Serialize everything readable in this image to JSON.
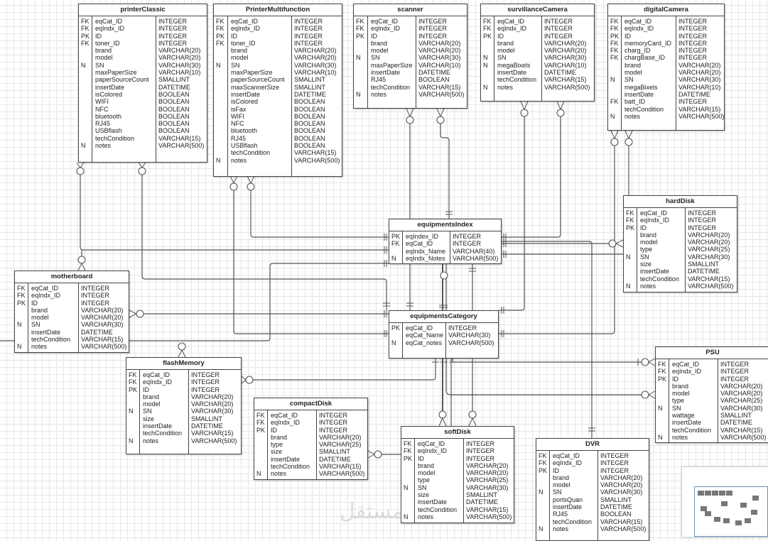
{
  "watermark": "مستقل",
  "tables": [
    {
      "id": "printerClassic",
      "title": "printerClassic",
      "rows": [
        [
          "FK",
          "eqCat_ID",
          "INTEGER"
        ],
        [
          "FK",
          "eqIndx_ID",
          "INTEGER"
        ],
        [
          "PK",
          "ID",
          "INTEGER"
        ],
        [
          "FK",
          "toner_ID",
          "INTEGER"
        ],
        [
          "",
          "brand",
          "VARCHAR(20)"
        ],
        [
          "",
          "model",
          "VARCHAR(20)"
        ],
        [
          "N",
          "SN",
          "VARCHAR(30)"
        ],
        [
          "",
          "maxPaperSize",
          "VARCHAR(10)"
        ],
        [
          "",
          "paperSourceCount",
          "SMALLINT"
        ],
        [
          "",
          "insertDate",
          "DATETIME"
        ],
        [
          "",
          "isColored",
          "BOOLEAN"
        ],
        [
          "",
          "WIFI",
          "BOOLEAN"
        ],
        [
          "",
          "NFC",
          "BOOLEAN"
        ],
        [
          "",
          "bluetooth",
          "BOOLEAN"
        ],
        [
          "",
          "RJ45",
          "BOOLEAN"
        ],
        [
          "",
          "USBflash",
          "BOOLEAN"
        ],
        [
          "",
          "techCondition",
          "VARCHAR(15)"
        ],
        [
          "N",
          "notes",
          "VARCHAR(500)"
        ]
      ]
    },
    {
      "id": "printerMultifunction",
      "title": "PrinterMultifunction",
      "rows": [
        [
          "FK",
          "eqCat_ID",
          "INTEGER"
        ],
        [
          "FK",
          "eqIndx_ID",
          "INTEGER"
        ],
        [
          "PK",
          "ID",
          "INTEGER"
        ],
        [
          "FK",
          "toner_ID",
          "INTEGER"
        ],
        [
          "",
          "brand",
          "VARCHAR(20)"
        ],
        [
          "",
          "model",
          "VARCHAR(20)"
        ],
        [
          "N",
          "SN",
          "VARCHAR(30)"
        ],
        [
          "",
          "maxPaperSize",
          "VARCHAR(10)"
        ],
        [
          "",
          "paperSourceCount",
          "SMALLINT"
        ],
        [
          "",
          "maxScannerSize",
          "SMALLINT"
        ],
        [
          "",
          "insertDate",
          "DATETIME"
        ],
        [
          "",
          "isColored",
          "BOOLEAN"
        ],
        [
          "",
          "isFax",
          "BOOLEAN"
        ],
        [
          "",
          "WIFI",
          "BOOLEAN"
        ],
        [
          "",
          "NFC",
          "BOOLEAN"
        ],
        [
          "",
          "bluetooth",
          "BOOLEAN"
        ],
        [
          "",
          "RJ45",
          "BOOLEAN"
        ],
        [
          "",
          "USBflash",
          "BOOLEAN"
        ],
        [
          "",
          "techCondition",
          "VARCHAR(15)"
        ],
        [
          "N",
          "notes",
          "VARCHAR(500)"
        ]
      ]
    },
    {
      "id": "scanner",
      "title": "scanner",
      "rows": [
        [
          "FK",
          "eqCat_ID",
          "INTEGER"
        ],
        [
          "FK",
          "eqIndx_ID",
          "INTEGER"
        ],
        [
          "PK",
          "ID",
          "INTEGER"
        ],
        [
          "",
          "brand",
          "VARCHAR(20)"
        ],
        [
          "",
          "model",
          "VARCHAR(20)"
        ],
        [
          "N",
          "SN",
          "VARCHAR(30)"
        ],
        [
          "",
          "maxPaperSize",
          "VARCHAR(10)"
        ],
        [
          "",
          "insertDate",
          "DATETIME"
        ],
        [
          "",
          "RJ45",
          "BOOLEAN"
        ],
        [
          "",
          "techCondition",
          "VARCHAR(15)"
        ],
        [
          "N",
          "notes",
          "VARCHAR(500)"
        ]
      ]
    },
    {
      "id": "survillanceCamera",
      "title": "survillanceCamera",
      "rows": [
        [
          "FK",
          "eqCat_ID",
          "INTEGER"
        ],
        [
          "FK",
          "eqIndx_ID",
          "INTEGER"
        ],
        [
          "PK",
          "ID",
          "INTEGER"
        ],
        [
          "",
          "brand",
          "VARCHAR(20)"
        ],
        [
          "",
          "model",
          "VARCHAR(20)"
        ],
        [
          "N",
          "SN",
          "VARCHAR(30)"
        ],
        [
          "N",
          "megaBixels",
          "VARCHAR(10)"
        ],
        [
          "",
          "insertDate",
          "DATETIME"
        ],
        [
          "",
          "techCondition",
          "VARCHAR(15)"
        ],
        [
          "N",
          "notes",
          "VARCHAR(500)"
        ]
      ]
    },
    {
      "id": "digitalCamera",
      "title": "digitalCamera",
      "rows": [
        [
          "FK",
          "eqCat_ID",
          "INTEGER"
        ],
        [
          "FK",
          "eqIndx_ID",
          "INTEGER"
        ],
        [
          "PK",
          "ID",
          "INTEGER"
        ],
        [
          "FK",
          "memoryCard_ID",
          "INTEGER"
        ],
        [
          "FK",
          "charg_ID",
          "INTEGER"
        ],
        [
          "FK",
          "chargBase_ID",
          "INTEGER"
        ],
        [
          "",
          "brand",
          "VARCHAR(20)"
        ],
        [
          "",
          "model",
          "VARCHAR(20)"
        ],
        [
          "N",
          "SN",
          "VARCHAR(30)"
        ],
        [
          "",
          "megaBixels",
          "VARCHAR(10)"
        ],
        [
          "",
          "insertDate",
          "DATETIME"
        ],
        [
          "FK",
          "batt_ID",
          "INTEGER"
        ],
        [
          "",
          "techCondition",
          "VARCHAR(15)"
        ],
        [
          "N",
          "notes",
          "VARCHAR(500)"
        ]
      ]
    },
    {
      "id": "hardDisk",
      "title": "hardDisk",
      "rows": [
        [
          "FK",
          "eqCat_ID",
          "INTEGER"
        ],
        [
          "FK",
          "eqIndx_ID",
          "INTEGER"
        ],
        [
          "PK",
          "ID",
          "INTEGER"
        ],
        [
          "",
          "brand",
          "VARCHAR(20)"
        ],
        [
          "",
          "model",
          "VARCHAR(20)"
        ],
        [
          "",
          "type",
          "VARCHAR(25)"
        ],
        [
          "N",
          "SN",
          "VARCHAR(30)"
        ],
        [
          "",
          "size",
          "SMALLINT"
        ],
        [
          "",
          "insertDate",
          "DATETIME"
        ],
        [
          "",
          "techCondition",
          "VARCHAR(15)"
        ],
        [
          "N",
          "notes",
          "VARCHAR(500)"
        ]
      ]
    },
    {
      "id": "equipmentsIndex",
      "title": "equipmentsIndex",
      "rows": [
        [
          "PK",
          "eqIndex_ID",
          "INTEGER"
        ],
        [
          "FK",
          "eqCat_ID",
          "INTEGER"
        ],
        [
          "",
          "eqIndx_Name",
          "VARCHAR(40)"
        ],
        [
          "N",
          "eqIndx_Notes",
          "VARCHAR(500)"
        ]
      ]
    },
    {
      "id": "equipmentsCategory",
      "title": "equipmentsCategory",
      "rows": [
        [
          "PK",
          "eqCat_ID",
          "INTEGER"
        ],
        [
          "",
          "eqCat_Name",
          "VARCHAR(30)"
        ],
        [
          "N",
          "eqCat_notes",
          "VARCHAR(500)"
        ]
      ]
    },
    {
      "id": "motherboard",
      "title": "motherboard",
      "rows": [
        [
          "FK",
          "eqCat_ID",
          "INTEGER"
        ],
        [
          "FK",
          "eqIndx_ID",
          "INTEGER"
        ],
        [
          "PK",
          "ID",
          "INTEGER"
        ],
        [
          "",
          "brand",
          "VARCHAR(20)"
        ],
        [
          "",
          "model",
          "VARCHAR(20)"
        ],
        [
          "N",
          "SN",
          "VARCHAR(30)"
        ],
        [
          "",
          "insertDate",
          "DATETIME"
        ],
        [
          "",
          "techCondition",
          "VARCHAR(15)"
        ],
        [
          "N",
          "notes",
          "VARCHAR(500)"
        ]
      ]
    },
    {
      "id": "flashMemory",
      "title": "flashMemory",
      "rows": [
        [
          "FK",
          "eqCat_ID",
          "INTEGER"
        ],
        [
          "FK",
          "eqIndx_ID",
          "INTEGER"
        ],
        [
          "PK",
          "ID",
          "INTEGER"
        ],
        [
          "",
          "brand",
          "VARCHAR(20)"
        ],
        [
          "",
          "model",
          "VARCHAR(20)"
        ],
        [
          "N",
          "SN",
          "VARCHAR(30)"
        ],
        [
          "",
          "size",
          "SMALLINT"
        ],
        [
          "",
          "insertDate",
          "DATETIME"
        ],
        [
          "",
          "techCondition",
          "VARCHAR(15)"
        ],
        [
          "N",
          "notes",
          "VARCHAR(500)"
        ]
      ]
    },
    {
      "id": "compactDisk",
      "title": "compactDisk",
      "rows": [
        [
          "FK",
          "eqCat_ID",
          "INTEGER"
        ],
        [
          "FK",
          "eqIndx_ID",
          "INTEGER"
        ],
        [
          "PK",
          "ID",
          "INTEGER"
        ],
        [
          "",
          "brand",
          "VARCHAR(20)"
        ],
        [
          "",
          "type",
          "VARCHAR(25)"
        ],
        [
          "",
          "size",
          "SMALLINT"
        ],
        [
          "",
          "insertDate",
          "DATETIME"
        ],
        [
          "",
          "techCondition",
          "VARCHAR(15)"
        ],
        [
          "N",
          "notes",
          "VARCHAR(500)"
        ]
      ]
    },
    {
      "id": "softDisk",
      "title": "softDisk",
      "rows": [
        [
          "FK",
          "eqCat_ID",
          "INTEGER"
        ],
        [
          "FK",
          "eqIndx_ID",
          "INTEGER"
        ],
        [
          "PK",
          "ID",
          "INTEGER"
        ],
        [
          "",
          "brand",
          "VARCHAR(20)"
        ],
        [
          "",
          "model",
          "VARCHAR(20)"
        ],
        [
          "",
          "type",
          "VARCHAR(25)"
        ],
        [
          "N",
          "SN",
          "VARCHAR(30)"
        ],
        [
          "",
          "size",
          "SMALLINT"
        ],
        [
          "",
          "insertDate",
          "DATETIME"
        ],
        [
          "",
          "techCondition",
          "VARCHAR(15)"
        ],
        [
          "N",
          "notes",
          "VARCHAR(500)"
        ]
      ]
    },
    {
      "id": "DVR",
      "title": "DVR",
      "rows": [
        [
          "FK",
          "eqCat_ID",
          "INTEGER"
        ],
        [
          "FK",
          "eqIndx_ID",
          "INTEGER"
        ],
        [
          "PK",
          "ID",
          "INTEGER"
        ],
        [
          "",
          "brand",
          "VARCHAR(20)"
        ],
        [
          "",
          "model",
          "VARCHAR(20)"
        ],
        [
          "N",
          "SN",
          "VARCHAR(30)"
        ],
        [
          "",
          "portsQuan",
          "SMALLINT"
        ],
        [
          "",
          "insertDate",
          "DATETIME"
        ],
        [
          "",
          "RJ45",
          "BOOLEAN"
        ],
        [
          "",
          "techCondition",
          "VARCHAR(15)"
        ],
        [
          "N",
          "notes",
          "VARCHAR(500)"
        ]
      ]
    },
    {
      "id": "PSU",
      "title": "PSU",
      "rows": [
        [
          "FK",
          "eqCat_ID",
          "INTEGER"
        ],
        [
          "FK",
          "eqIndx_ID",
          "INTEGER"
        ],
        [
          "PK",
          "ID",
          "INTEGER"
        ],
        [
          "",
          "brand",
          "VARCHAR(20)"
        ],
        [
          "",
          "model",
          "VARCHAR(20)"
        ],
        [
          "",
          "type",
          "VARCHAR(25)"
        ],
        [
          "N",
          "SN",
          "VARCHAR(30)"
        ],
        [
          "",
          "wattage",
          "SMALLINT"
        ],
        [
          "",
          "insertDate",
          "DATETIME"
        ],
        [
          "",
          "techCondition",
          "VARCHAR(15)"
        ],
        [
          "N",
          "notes",
          "VARCHAR(500)"
        ]
      ]
    }
  ]
}
